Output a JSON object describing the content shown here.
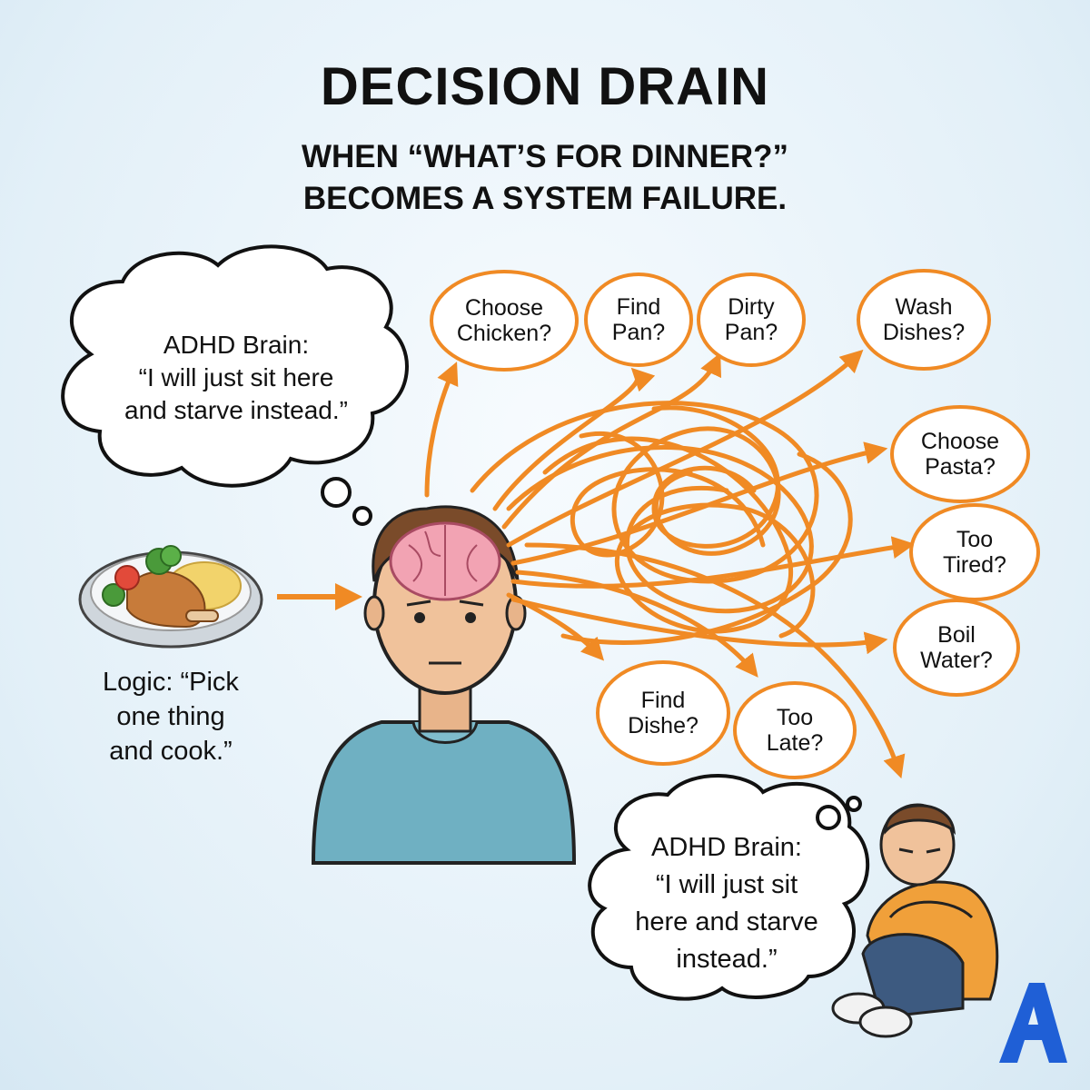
{
  "header": {
    "title": "DECISION DRAIN",
    "subtitle_lines": [
      "WHEN “WHAT’S FOR DINNER?”",
      "BECOMES A SYSTEM FAILURE."
    ]
  },
  "top_thought": {
    "lines": [
      "ADHD Brain:",
      "“I will just sit here",
      "and starve instead.”"
    ]
  },
  "logic": {
    "lines": [
      "Logic: “Pick",
      "one thing",
      "and cook.”"
    ]
  },
  "decision_nodes": [
    {
      "lines": [
        "Choose",
        "Chicken?"
      ]
    },
    {
      "lines": [
        "Find",
        "Pan?"
      ]
    },
    {
      "lines": [
        "Dirty",
        "Pan?"
      ]
    },
    {
      "lines": [
        "Wash",
        "Dishes?"
      ]
    },
    {
      "lines": [
        "Choose",
        "Pasta?"
      ]
    },
    {
      "lines": [
        "Too",
        "Tired?"
      ]
    },
    {
      "lines": [
        "Boil",
        "Water?"
      ]
    },
    {
      "lines": [
        "Find",
        "Dishe?"
      ]
    },
    {
      "lines": [
        "Too",
        "Late?"
      ]
    }
  ],
  "bottom_thought": {
    "lines": [
      "ADHD Brain:",
      "“I will just sit",
      "here and starve",
      "instead.”"
    ]
  },
  "colors": {
    "accent": "#f08a24",
    "background": "#e6f1f8",
    "text": "#111111",
    "logo": "#1f5fd6"
  },
  "icons": {
    "logo": "letter-a-logo-icon",
    "plate": "dinner-plate-icon",
    "brain": "brain-icon"
  }
}
